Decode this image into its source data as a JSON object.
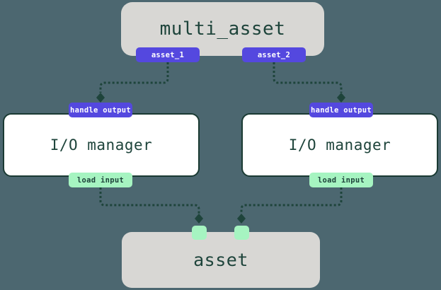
{
  "theme": {
    "background": "#4c6770",
    "node-gray": "#d8d7d4",
    "node-white": "#ffffff",
    "ink": "#1e443b",
    "border": "#1a3a33",
    "purple": "#5448df",
    "purple-text": "#ffffff",
    "green": "#a6f4c1"
  },
  "nodes": {
    "multi_asset": {
      "label": "multi_asset"
    },
    "asset_outputs": [
      {
        "label": "asset_1"
      },
      {
        "label": "asset_2"
      }
    ],
    "io_manager_left": {
      "label": "I/O manager",
      "top_badge": "handle output",
      "bottom_badge": "load input"
    },
    "io_manager_right": {
      "label": "I/O manager",
      "top_badge": "handle output",
      "bottom_badge": "load input"
    },
    "asset": {
      "label": "asset"
    }
  }
}
